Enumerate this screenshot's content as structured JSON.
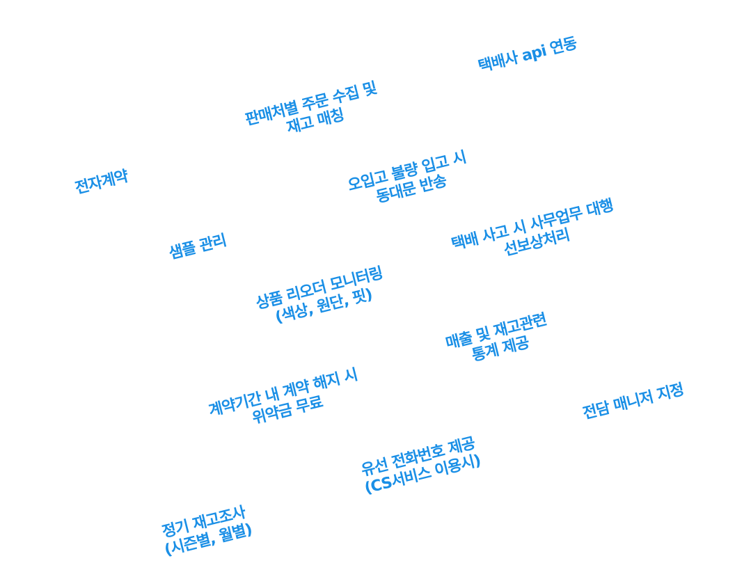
{
  "accent_color": "#1a8fe6",
  "features": [
    {
      "lines": [
        "택배사 api 연동"
      ]
    },
    {
      "lines": [
        "판매처별 주문 수집 및",
        "재고 매칭"
      ]
    },
    {
      "lines": [
        "전자계약"
      ]
    },
    {
      "lines": [
        "오입고 불량 입고 시",
        "동대문 반송"
      ]
    },
    {
      "lines": [
        "샘플 관리"
      ]
    },
    {
      "lines": [
        "택배 사고 시 사무업무 대행",
        "선보상처리"
      ]
    },
    {
      "lines": [
        "상품 리오더 모니터링",
        "(색상, 원단, 핏)"
      ]
    },
    {
      "lines": [
        "매출 및 재고관련",
        "통계 제공"
      ]
    },
    {
      "lines": [
        "계약기간 내 계약 해지 시",
        "위약금 무료"
      ]
    },
    {
      "lines": [
        "전담 매니저 지정"
      ]
    },
    {
      "lines": [
        "유선 전화번호 제공",
        "(CS서비스 이용시)"
      ]
    },
    {
      "lines": [
        "정기 재고조사",
        "(시즌별, 월별)"
      ]
    }
  ]
}
